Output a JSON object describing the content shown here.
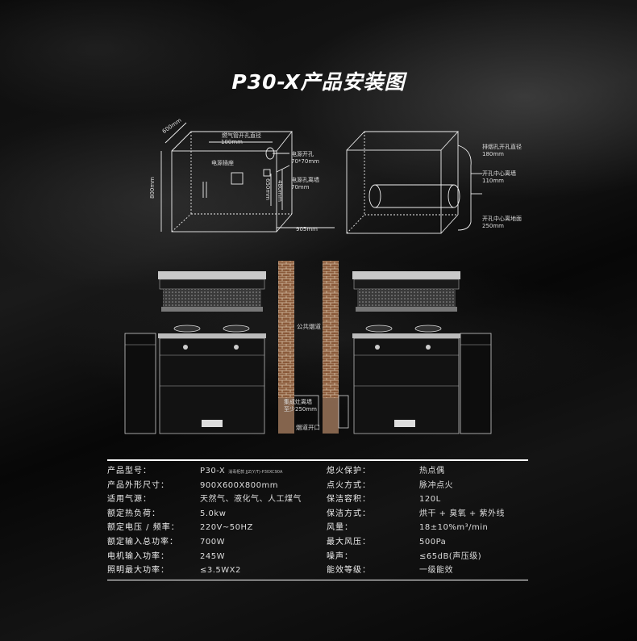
{
  "title": "P30-X产品安装图",
  "top_left": {
    "depth": "600mm",
    "height": "800mm",
    "width": "905mm",
    "flue_dia_label": "燃气管开孔直径",
    "flue_dia_value": "100mm",
    "socket": "电源插座",
    "hole_label": "电源开孔",
    "hole_value": "70*70mm",
    "dist_label": "电源孔离墙",
    "dist_value": "70mm",
    "h650": "650mm",
    "h480": "480mm"
  },
  "top_right": {
    "exhaust_label": "排烟孔开孔直径",
    "exhaust_value": "180mm",
    "center_wall_label": "开孔中心离墙",
    "center_wall_value": "110mm",
    "center_floor_label": "开孔中心离地面",
    "center_floor_value": "250mm"
  },
  "middle": {
    "public_flue": "公共烟道",
    "stove_wall_label": "集成灶离墙",
    "stove_wall_value": "至少250mm",
    "flue_opening": "烟道开口"
  },
  "specs": {
    "left": [
      {
        "k": "产品型号：",
        "v": "P30-X",
        "extra": "消毒柜款  JJZ(Y/T)-P30XC90A"
      },
      {
        "k": "产品外形尺寸：",
        "v": "900X600X800mm"
      },
      {
        "k": "适用气源：",
        "v": "天然气、液化气、人工煤气"
      },
      {
        "k": "额定热负荷：",
        "v": "5.0kw"
      },
      {
        "k": "额定电压 / 频率：",
        "v": "220V~50HZ"
      },
      {
        "k": "额定输入总功率：",
        "v": "700W"
      },
      {
        "k": "电机输入功率：",
        "v": "245W"
      },
      {
        "k": "照明最大功率：",
        "v": "≤3.5WX2"
      }
    ],
    "right": [
      {
        "k": "熄火保护：",
        "v": "热点偶"
      },
      {
        "k": "点火方式：",
        "v": "脉冲点火"
      },
      {
        "k": "保洁容积：",
        "v": "120L"
      },
      {
        "k": "保洁方式：",
        "v": "烘干 + 臭氧 + 紫外线"
      },
      {
        "k": "风量：",
        "v": "18±10%m³/min"
      },
      {
        "k": "最大风压：",
        "v": "500Pa"
      },
      {
        "k": "噪声：",
        "v": "≤65dB(声压级)"
      },
      {
        "k": "能效等级：",
        "v": "一级能效"
      }
    ]
  }
}
